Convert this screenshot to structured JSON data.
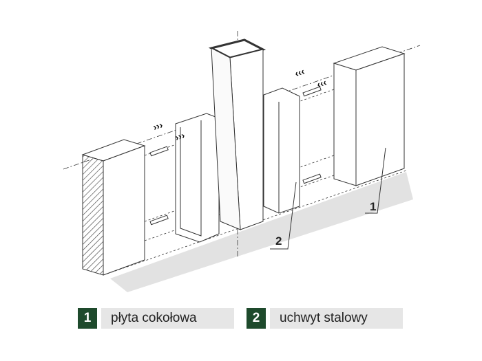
{
  "callouts": {
    "one": "1",
    "two": "2"
  },
  "legend": [
    {
      "number": "1",
      "label": "płyta cokołowa"
    },
    {
      "number": "2",
      "label": "uchwyt stalowy"
    }
  ],
  "colors": {
    "legend_number_bg": "#1e4a2c",
    "legend_label_bg": "#e6e6e6",
    "shadow": "#e2e2e2"
  }
}
